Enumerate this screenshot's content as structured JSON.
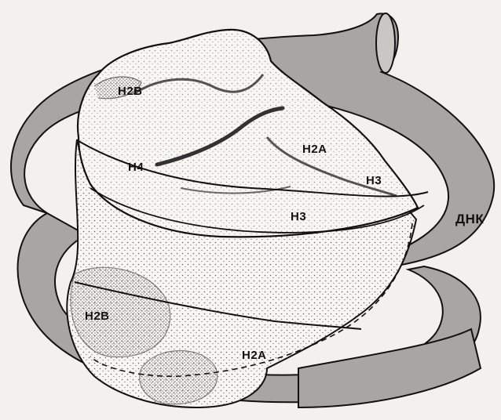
{
  "labels": {
    "h2b_top": "H2B",
    "h4": "H4",
    "h2a_top": "H2A",
    "h3_right": "H3",
    "h3_center": "H3",
    "dna": "ДНК",
    "h2b_bottom": "H2B",
    "h2a_bottom": "H2A"
  },
  "colors": {
    "background": "#f2f1ee",
    "dna_ribbon": "#a8a6a3",
    "protein_fill": "#f7f6f3",
    "ink": "#111111"
  }
}
